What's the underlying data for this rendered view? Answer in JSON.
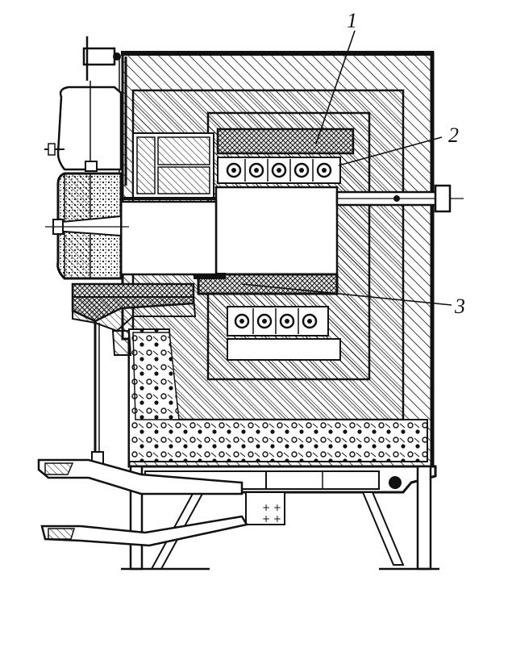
{
  "figure": {
    "labels": [
      {
        "id": "label-1",
        "text": "1"
      },
      {
        "id": "label-2",
        "text": "2"
      },
      {
        "id": "label-3",
        "text": "3"
      }
    ]
  },
  "colors": {
    "ink": "#111111",
    "paper": "#ffffff",
    "mesh": "#e8e8e8"
  },
  "icons": [
    "burner-icon",
    "heating-element-icon",
    "bolt-icon"
  ]
}
